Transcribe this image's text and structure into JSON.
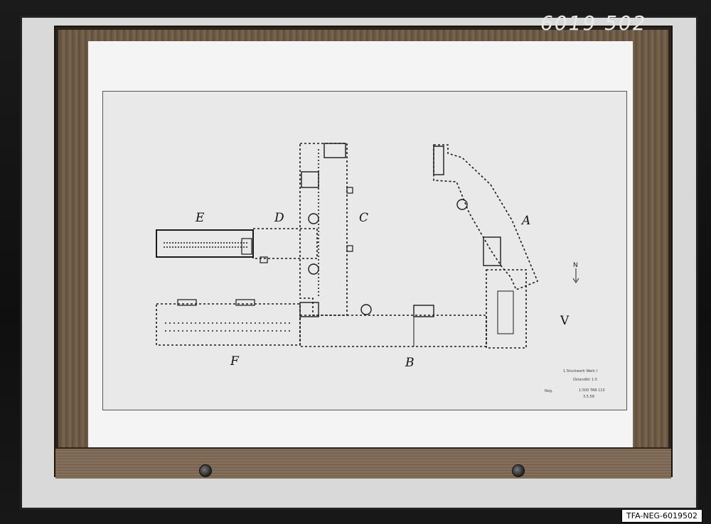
{
  "photo": {
    "handwritten_number": "6019 502",
    "archive_label": "TFA-NEG-6019502"
  },
  "plan": {
    "wing_labels": [
      "E",
      "D",
      "C",
      "A",
      "F",
      "B"
    ],
    "orientation_letter": "N",
    "side_letter": "V",
    "legend_lines": [
      "1.Stockwerk Werk I",
      "Ostandlör 1:5",
      "1:500 TAB 110",
      "3.5.58"
    ],
    "corner_note": "Neg."
  }
}
